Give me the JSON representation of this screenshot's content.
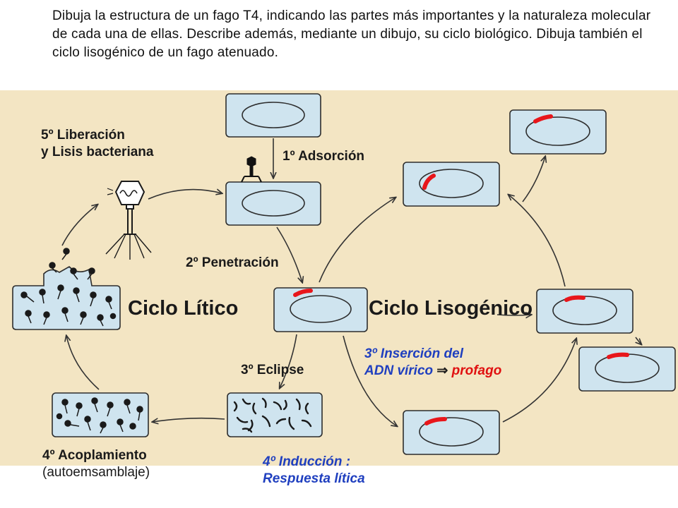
{
  "question": "Dibuja la estructura de un fago T4, indicando las partes más importantes y la naturaleza molecular de cada una de ellas. Describe además, mediante un dibujo, su ciclo biológico. Dibuja también el ciclo lisogénico de un fago atenuado.",
  "cycles": {
    "lytic": "Ciclo Lítico",
    "lysogenic": "Ciclo Lisogénico"
  },
  "steps": {
    "adsorcion": "1º Adsorción",
    "penetracion": "2º Penetración",
    "eclipse": "3º Eclipse",
    "acoplamiento_line1": "4º Acoplamiento",
    "acoplamiento_line2": "(autoemsamblaje)",
    "liberacion_line1": "5º Liberación",
    "liberacion_line2": "y Lisis bacteriana",
    "insercion_line1": "3º Inserción del",
    "insercion_line2a": "ADN vírico",
    "insercion_arrow": "⇒",
    "insercion_line2b": "profago",
    "induccion_line1": "4º Inducción :",
    "induccion_line2": "Respuesta lítica"
  },
  "colors": {
    "panel": "#f3e5c3",
    "cell_fill": "#cfe4ef",
    "cell_stroke": "#2d2d2d",
    "dna_red": "#e8161b",
    "label_blue": "#1f3fbf",
    "label_red": "#e01010"
  }
}
